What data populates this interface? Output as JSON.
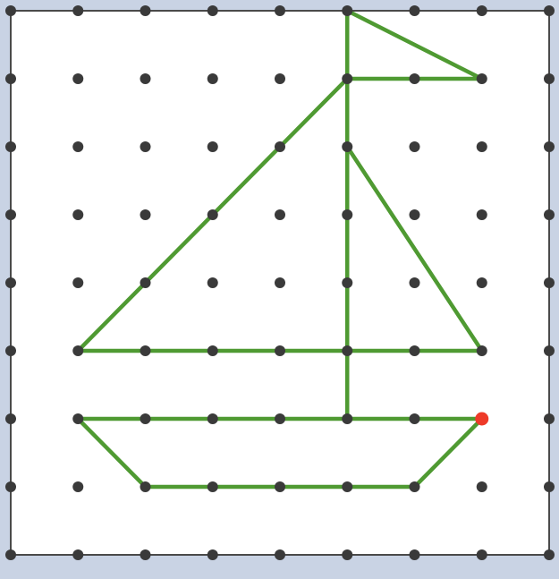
{
  "grid": {
    "columns": 9,
    "rows": 9
  },
  "colors": {
    "page_background": "#c9d3e4",
    "board_fill": "#ffffff",
    "board_border": "#4a4a4a",
    "dot": "#3a3a3a",
    "line": "#4f9a32",
    "highlight_dot": "#ee3a28"
  },
  "highlighted_peg": {
    "col": 7,
    "row": 6
  },
  "shapes": [
    {
      "name": "mast",
      "points": [
        [
          5,
          0
        ],
        [
          5,
          6
        ]
      ]
    },
    {
      "name": "flag",
      "points": [
        [
          5,
          0
        ],
        [
          7,
          1
        ],
        [
          5,
          1
        ]
      ]
    },
    {
      "name": "left-sail",
      "points": [
        [
          5,
          1
        ],
        [
          1,
          5
        ],
        [
          5,
          5
        ]
      ]
    },
    {
      "name": "right-sail",
      "points": [
        [
          5,
          2
        ],
        [
          7,
          5
        ],
        [
          5,
          5
        ]
      ]
    },
    {
      "name": "hull",
      "points": [
        [
          1,
          6
        ],
        [
          7,
          6
        ],
        [
          6,
          7
        ],
        [
          2,
          7
        ]
      ]
    }
  ]
}
